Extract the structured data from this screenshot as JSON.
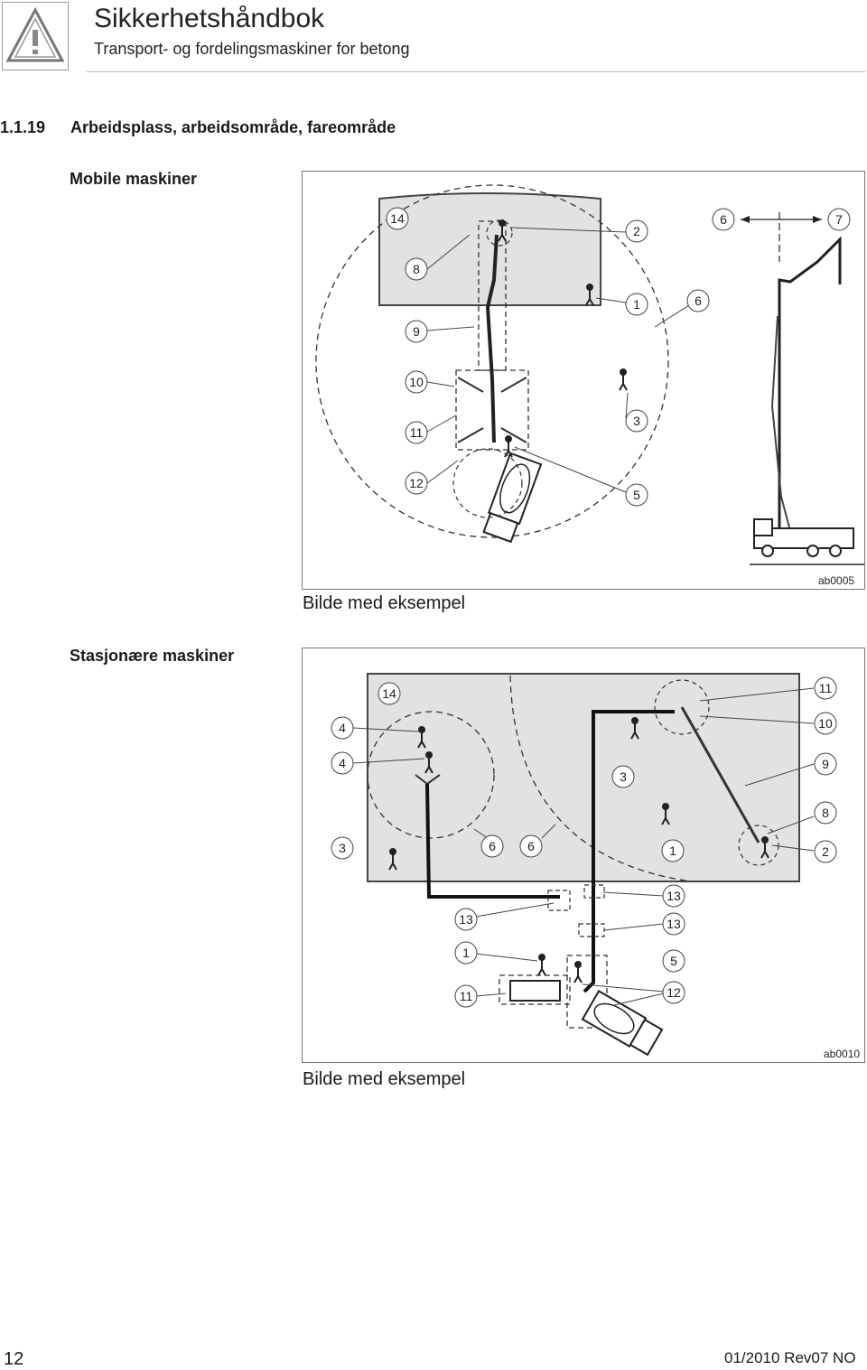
{
  "header": {
    "title": "Sikkerhetshåndbok",
    "subtitle": "Transport- og fordelingsmaskiner for betong",
    "warning_icon": "warning-triangle-icon"
  },
  "section": {
    "number": "1.1.19",
    "title": "Arbeidsplass, arbeidsområde, fareområde"
  },
  "figure1": {
    "heading": "Mobile maskiner",
    "id": "ab0005",
    "caption": "Bilde med eksempel",
    "callouts": [
      "14",
      "2",
      "6",
      "7",
      "8",
      "1",
      "6",
      "9",
      "10",
      "11",
      "3",
      "12",
      "5"
    ]
  },
  "figure2": {
    "heading": "Stasjonære maskiner",
    "id": "ab0010",
    "caption": "Bilde med eksempel",
    "callouts": [
      "14",
      "11",
      "4",
      "10",
      "4",
      "3",
      "9",
      "8",
      "3",
      "6",
      "6",
      "1",
      "2",
      "13",
      "13",
      "13",
      "1",
      "5",
      "11",
      "12"
    ]
  },
  "footer": {
    "page": "12",
    "revision": "01/2010 Rev07 NO"
  }
}
